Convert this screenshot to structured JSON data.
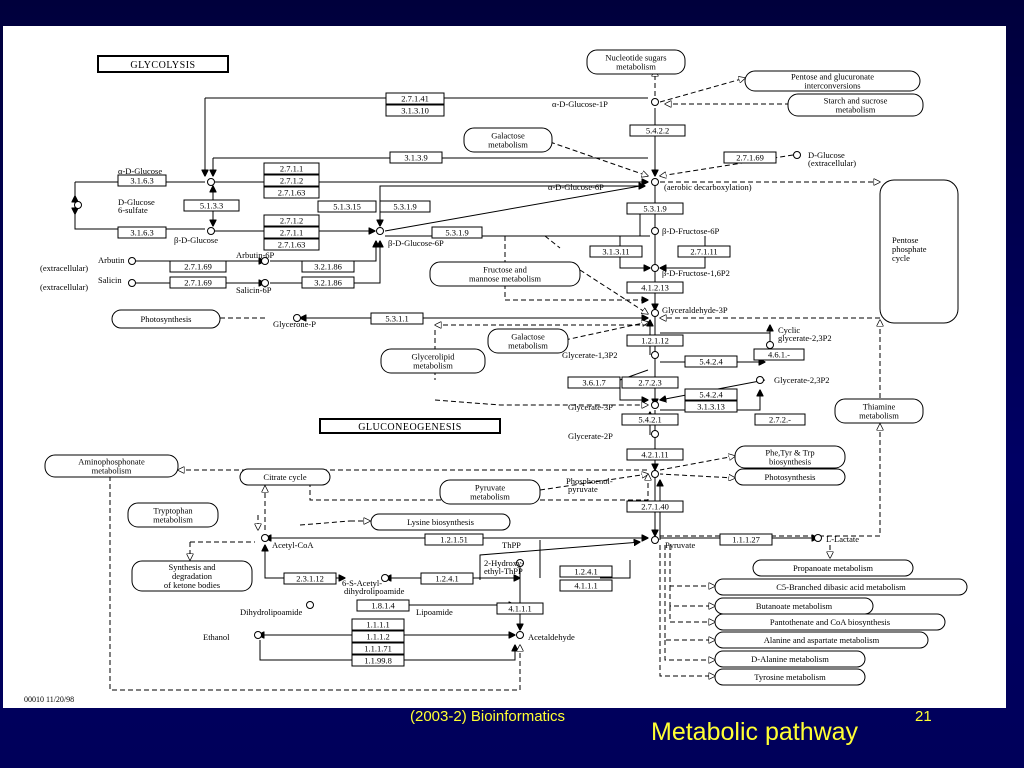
{
  "slide": {
    "footer_left": "(2003-2) Bioinformatics",
    "footer_title": "Metabolic pathway",
    "page_number": "21",
    "text_color": "#ffff33",
    "background": "#000060"
  },
  "diagram": {
    "title_glycolysis": "GLYCOLYSIS",
    "title_gluconeogenesis": "GLUCONEOGENESIS",
    "map_id": "00010  11/20/98",
    "compounds": {
      "a_d_glucose_1p": "α-D-Glucose-1P",
      "a_d_glucose": "α-D-Glucose",
      "d_glucose_6_sulfate_1": "D-Glucose",
      "d_glucose_6_sulfate_2": "6-sulfate",
      "b_d_glucose": "β-D-Glucose",
      "a_d_glucose_6p": "α-D-Glucose-6P",
      "aerobic": "(aerobic decarboxylation)",
      "d_glucose_ext_1": "D-Glucose",
      "d_glucose_ext_2": "(extracellular)",
      "b_d_glucose_6p": "β-D-Glucose-6P",
      "b_d_fructose_6p": "β-D-Fructose-6P",
      "b_d_fructose_16p2": "β-D-Fructose-1,6P2",
      "arbutin_1": "Arbutin",
      "arbutin_2": "(extracellular)",
      "arbutin_6p": "Arbutin-6P",
      "salicin_1": "Salicin",
      "salicin_2": "(extracellular)",
      "salicin_6p": "Salicin-6P",
      "glyceraldehyde_3p": "Glyceraldehyde-3P",
      "glycerone_p": "Glycerone-P",
      "glycerate_13p2": "Glycerate-1,3P2",
      "cyclic_1": "Cyclic",
      "cyclic_2": "glycerate-2,3P2",
      "glycerate_23p2": "Glycerate-2,3P2",
      "glycerate_3p": "Glycerate-3P",
      "glycerate_2p": "Glycerate-2P",
      "pep_1": "Phosphoenol-",
      "pep_2": "pyruvate",
      "pyruvate": "Pyruvate",
      "l_lactate": "L-Lactate",
      "acetyl_coa": "Acetyl-CoA",
      "thpp": "ThPP",
      "hydroxy_1": "2-Hydroxy-",
      "hydroxy_2": "ethyl-ThPP",
      "acetyl_lip_1": "6-S-Acetyl-",
      "acetyl_lip_2": "dihydrolipoamide",
      "dihydrolipoamide": "Dihydrolipoamide",
      "lipoamide": "Lipoamide",
      "ethanol": "Ethanol",
      "acetaldehyde": "Acetaldehyde"
    },
    "enzymes": {
      "e27141": "2.7.1.41",
      "e31310": "3.1.3.10",
      "e5422": "5.4.2.2",
      "e3139": "3.1.3.9",
      "e2711a": "2.7.1.1",
      "e2712a": "2.7.1.2",
      "e27163a": "2.7.1.63",
      "e27169a": "2.7.1.69",
      "e3163a": "3.1.6.3",
      "e5133": "5.1.3.3",
      "e51315": "5.1.3.15",
      "e5319a": "5.3.1.9",
      "e3163b": "3.1.6.3",
      "e2712b": "2.7.1.2",
      "e2711b": "2.7.1.1",
      "e27163b": "2.7.1.63",
      "e5319b": "5.3.1.9",
      "e5319c": "5.3.1.9",
      "e31311": "3.1.3.11",
      "e27111": "2.7.1.11",
      "e27169b": "2.7.1.69",
      "e32186a": "3.2.1.86",
      "e27169c": "2.7.1.69",
      "e32186b": "3.2.1.86",
      "e41213": "4.1.2.13",
      "e5311": "5.3.1.1",
      "e12112": "1.2.1.12",
      "e5424a": "5.4.2.4",
      "e461": "4.6.1.-",
      "e3617": "3.6.1.7",
      "e2723": "2.7.2.3",
      "e5424b": "5.4.2.4",
      "e31313": "3.1.3.13",
      "e272": "2.7.2.-",
      "e5421": "5.4.2.1",
      "e42111": "4.2.1.11",
      "e27140": "2.7.1.40",
      "e12151": "1.2.1.51",
      "e11127": "1.1.1.27",
      "e23112": "2.3.1.12",
      "e1241a": "1.2.4.1",
      "e1241b": "1.2.4.1",
      "e4111a": "4.1.1.1",
      "e1814": "1.8.1.4",
      "e4111b": "4.1.1.1",
      "e1111": "1.1.1.1",
      "e1112": "1.1.1.2",
      "e11171": "1.1.1.71",
      "e11198": "1.1.99.8"
    },
    "maps": {
      "nucleotide_sugars": [
        "Nucleotide sugars",
        "metabolism"
      ],
      "pentose_glucuronate": [
        "Pentose and glucuronate",
        "interconversions"
      ],
      "starch_sucrose": [
        "Starch and sucrose",
        "metabolism"
      ],
      "galactose_1": [
        "Galactose",
        "metabolism"
      ],
      "fructose_mannose": [
        "Fructose and",
        "mannose metabolism"
      ],
      "pentose_phosphate": [
        "Pentose",
        "phosphate",
        "cycle"
      ],
      "photosynthesis_1": [
        "Photosynthesis"
      ],
      "galactose_2": [
        "Galactose",
        "metabolism"
      ],
      "glycerolipid": [
        "Glycerolipid",
        "metabolism"
      ],
      "thiamine": [
        "Thiamine",
        "metabolism"
      ],
      "aminophosphonate": [
        "Aminophosphonate",
        "metabolism"
      ],
      "citrate_cycle": [
        "Citrate cycle"
      ],
      "pyruvate_metab": [
        "Pyruvate",
        "metabolism"
      ],
      "phe_tyr_trp": [
        "Phe,Tyr & Trp",
        "biosynthesis"
      ],
      "photosynthesis_2": [
        "Photosynthesis"
      ],
      "tryptophan": [
        "Tryptophan",
        "metabolism"
      ],
      "lysine": [
        "Lysine biosynthesis"
      ],
      "ketone_bodies": [
        "Synthesis and",
        "degradation",
        "of ketone bodies"
      ],
      "propanoate": [
        "Propanoate metabolism"
      ],
      "c5_branched": [
        "C5-Branched dibasic acid metabolism"
      ],
      "butanoate": [
        "Butanoate metabolism"
      ],
      "pantothenate": [
        "Pantothenate and CoA biosynthesis"
      ],
      "alanine_aspartate": [
        "Alanine and aspartate metabolism"
      ],
      "d_alanine": [
        "D-Alanine metabolism"
      ],
      "tyrosine": [
        "Tyrosine metabolism"
      ]
    }
  }
}
